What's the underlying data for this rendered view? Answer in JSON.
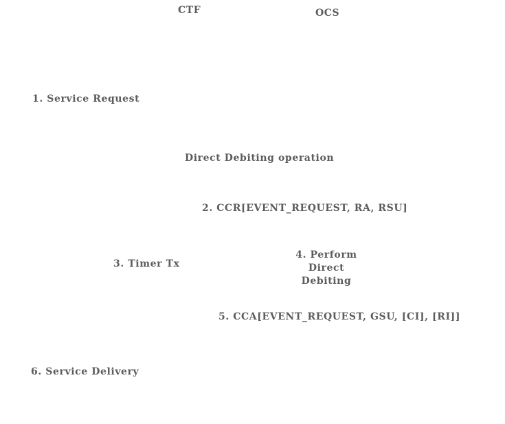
{
  "participants": {
    "ctf": "CTF",
    "ocs": "OCS"
  },
  "steps": {
    "service_request": "1. Service Request",
    "section_title": "Direct Debiting operation",
    "ccr": "2. CCR[EVENT_REQUEST, RA, RSU]",
    "timer": "3. Timer Tx",
    "perform_line1": "4. Perform Direct",
    "perform_line2": "Debiting",
    "cca": "5. CCA[EVENT_REQUEST, GSU, [CI], [RI]]",
    "service_delivery": "6. Service Delivery"
  }
}
